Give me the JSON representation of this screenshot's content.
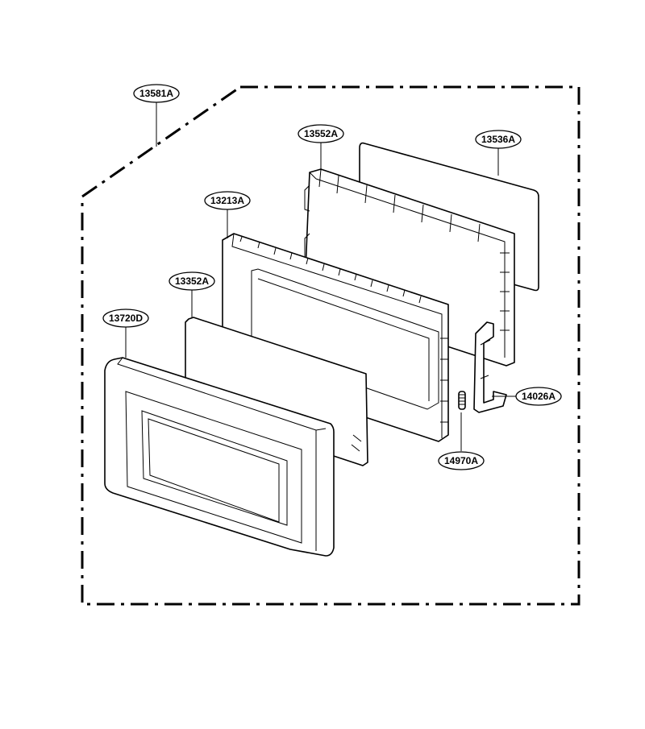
{
  "diagram": {
    "labels": {
      "assembly": "13581A",
      "choke_cover": "13552A",
      "screen_film": "13536A",
      "door_frame": "13213A",
      "glass_panel": "13352A",
      "door_front": "13720D",
      "latch_hook": "14026A",
      "latch_spring": "14970A"
    }
  }
}
